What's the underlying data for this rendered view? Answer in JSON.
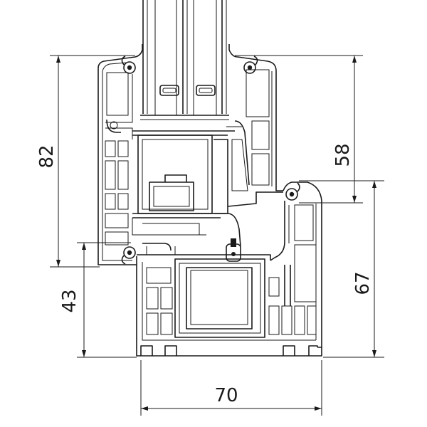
{
  "drawing": {
    "dimensions": [
      {
        "id": "frame-height",
        "value": "82"
      },
      {
        "id": "sash-height",
        "value": "58"
      },
      {
        "id": "frame-bottom-height",
        "value": "43"
      },
      {
        "id": "sash-bottom-height",
        "value": "67"
      },
      {
        "id": "total-width",
        "value": "70"
      }
    ]
  }
}
